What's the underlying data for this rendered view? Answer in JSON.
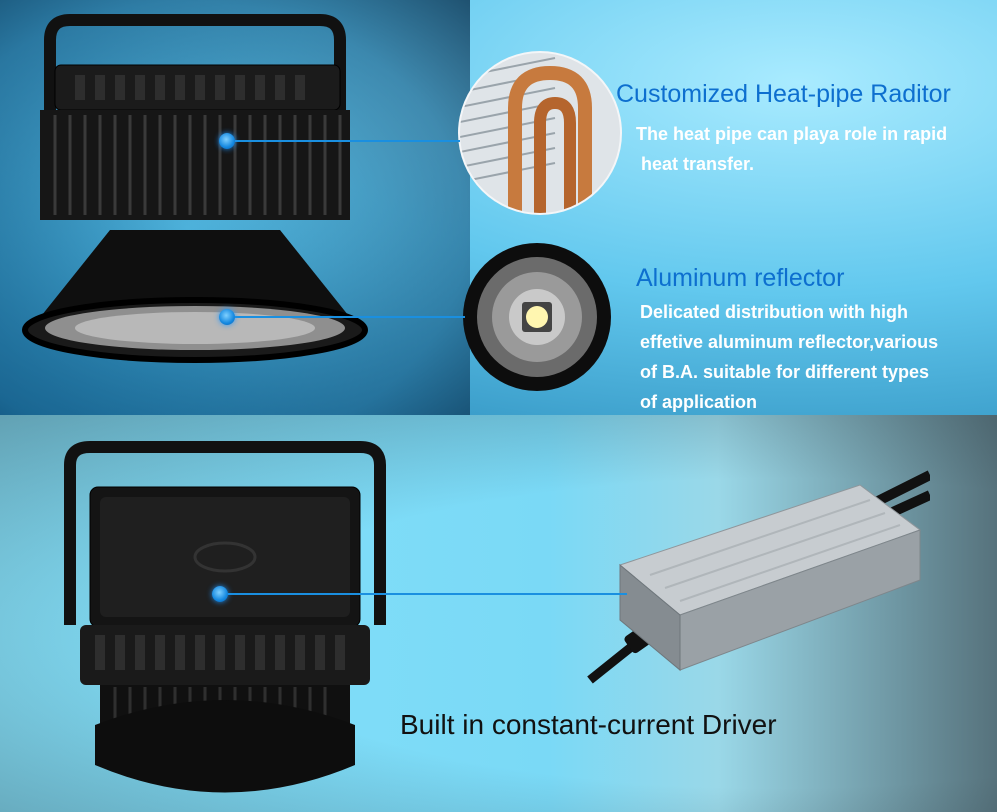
{
  "colors": {
    "heading": "#0d6fcf",
    "description": "#ffffff",
    "connector": "#1a8fe0",
    "background_top": "#62c8ee",
    "background_bottom": "#7ad9f6"
  },
  "features": [
    {
      "title": "Customized Heat-pipe Raditor",
      "lines": [
        "The heat pipe can playa role in rapid",
        "heat transfer."
      ]
    },
    {
      "title": "Aluminum reflector",
      "lines": [
        "Delicated distribution with high",
        "effetive aluminum reflector,various",
        "of B.A. suitable for different types",
        "of application"
      ]
    }
  ],
  "driver": {
    "title": "Built in constant-current Driver"
  }
}
